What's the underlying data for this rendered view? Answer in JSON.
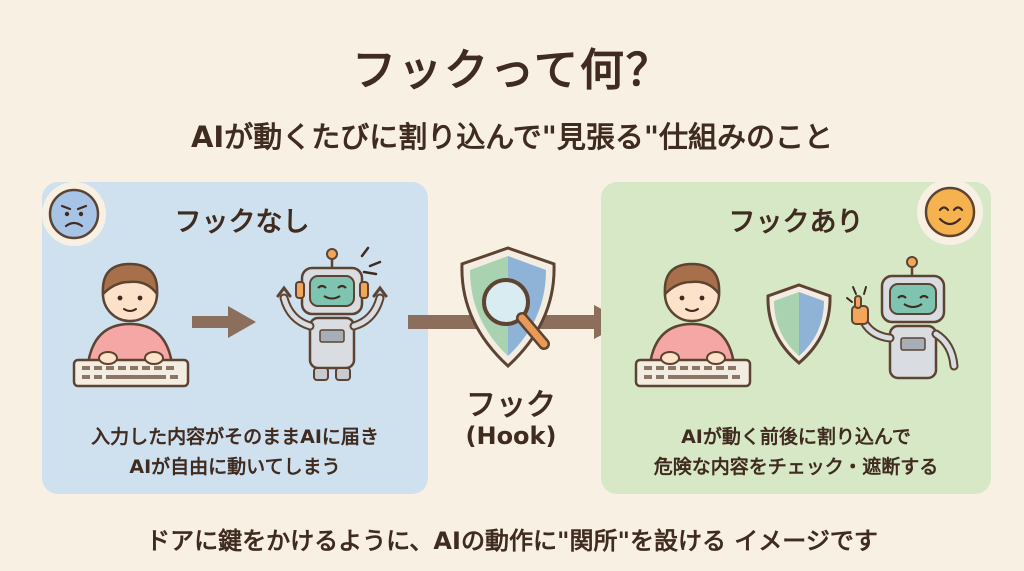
{
  "title": "フックって何？",
  "subtitle": "AIが動くたびに割り込んで\"見張る\"仕組みのこと",
  "left_panel": {
    "title": "フックなし",
    "caption_line1": "入力した内容がそのままAIに届き",
    "caption_line2": "AIが自由に動いてしまう",
    "face_icon": "worried-face-icon",
    "color": "#cfe0ef"
  },
  "right_panel": {
    "title": "フックあり",
    "caption_line1": "AIが動く前後に割り込んで",
    "caption_line2": "危険な内容をチェック・遮断する",
    "face_icon": "smiling-face-icon",
    "color": "#d7e8c6"
  },
  "hook": {
    "label": "フック",
    "sublabel": "(Hook)",
    "icon": "shield-magnifier-icon"
  },
  "footer": "ドアに鍵をかけるように、AIの動作に\"関所\"を設ける イメージです",
  "colors": {
    "background": "#f8f1e3",
    "text": "#3f2b1f",
    "arrow": "#8b6e5c",
    "shield_green": "#a9d2b0",
    "shield_blue": "#8fb3d6",
    "robot_body": "#d9dce0"
  }
}
